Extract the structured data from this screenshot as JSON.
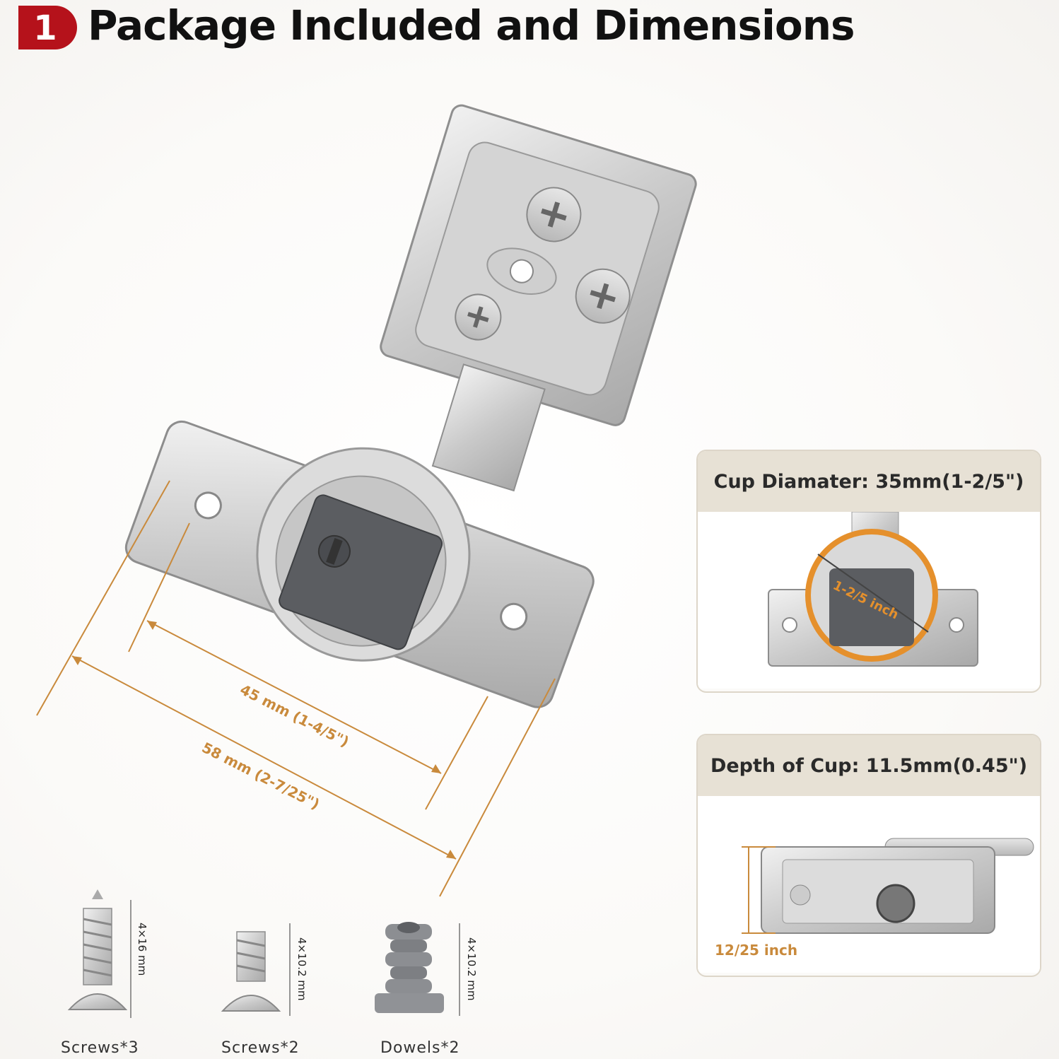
{
  "header": {
    "badge_number": "1",
    "title": "Package Included and Dimensions"
  },
  "dimensions": {
    "hole_spacing": "45 mm (1-4/5\")",
    "plate_length": "58 mm (2-7/25\")"
  },
  "parts": [
    {
      "label": "Screws*3",
      "size": "4×16 mm"
    },
    {
      "label": "Screws*2",
      "size": "4×10.2 mm"
    },
    {
      "label": "Dowels*2",
      "size": "4×10.2 mm"
    }
  ],
  "cards": {
    "cup_diameter": {
      "title": "Cup Diamater: 35mm(1-2/5\")",
      "annotation": "1-2/5 inch"
    },
    "cup_depth": {
      "title": "Depth of Cup: 11.5mm(0.45\")",
      "annotation": "12/25 inch"
    }
  },
  "colors": {
    "accent": "#c98a3c",
    "badge": "#b5121b",
    "card_header": "#e7e1d5"
  }
}
